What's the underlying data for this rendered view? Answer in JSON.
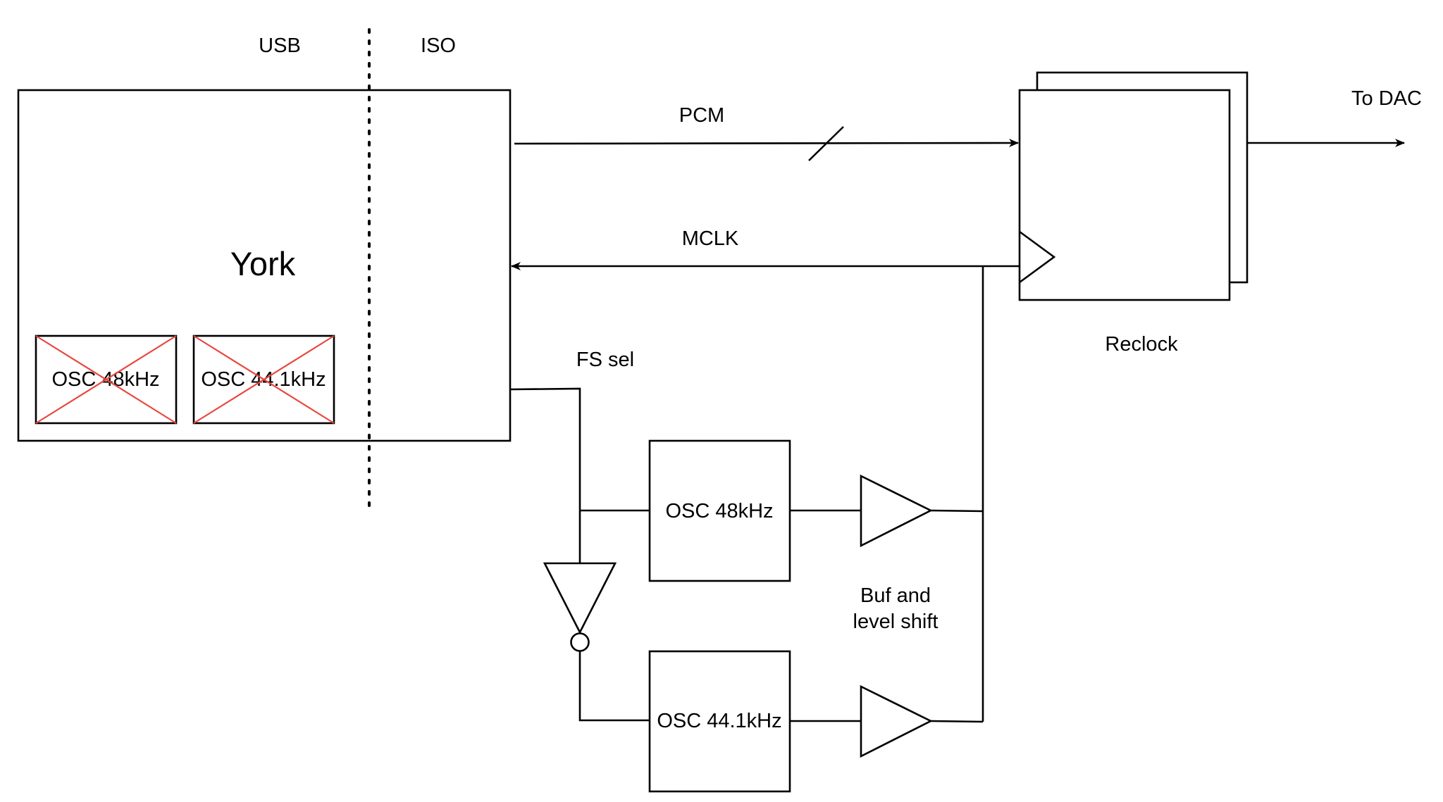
{
  "regions": {
    "usb": "USB",
    "iso": "ISO"
  },
  "york": {
    "label": "York",
    "internal_osc_48": "OSC 48kHz",
    "internal_osc_441": "OSC 44.1kHz"
  },
  "signals": {
    "pcm": "PCM",
    "mclk": "MCLK",
    "fs_sel": "FS sel",
    "to_dac": "To DAC"
  },
  "reclock": {
    "label": "Reclock"
  },
  "oscillators": {
    "osc_48": "OSC 48kHz",
    "osc_441": "OSC 44.1kHz"
  },
  "buffer": {
    "label_line1": "Buf and",
    "label_line2": "level shift"
  },
  "colors": {
    "line": "#000000",
    "disabled_cross": "#e8473f",
    "background": "#ffffff"
  }
}
